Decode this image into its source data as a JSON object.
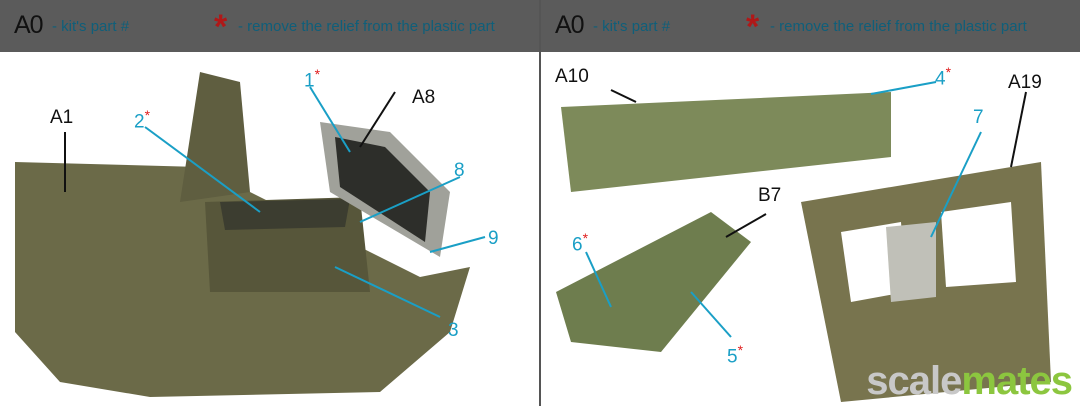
{
  "header": {
    "part_code": "A0",
    "part_legend": "- kit's part #",
    "asterisk": "*",
    "asterisk_legend": "- remove the relief from the plastic part"
  },
  "watermark": {
    "part1": "scale",
    "part2": "mates"
  },
  "left_labels": {
    "a1": "A1",
    "a8": "A8",
    "n1": "1",
    "n2": "2",
    "n3": "3",
    "n8": "8",
    "n9": "9"
  },
  "right_labels": {
    "a10": "A10",
    "a19": "A19",
    "b7": "B7",
    "n4": "4",
    "n5": "5",
    "n6": "6",
    "n7": "7"
  },
  "colors": {
    "callout": "#1a9fc6",
    "asterisk": "#e02020",
    "plastic": "#6b6a48",
    "header": "#5b5b5b"
  }
}
